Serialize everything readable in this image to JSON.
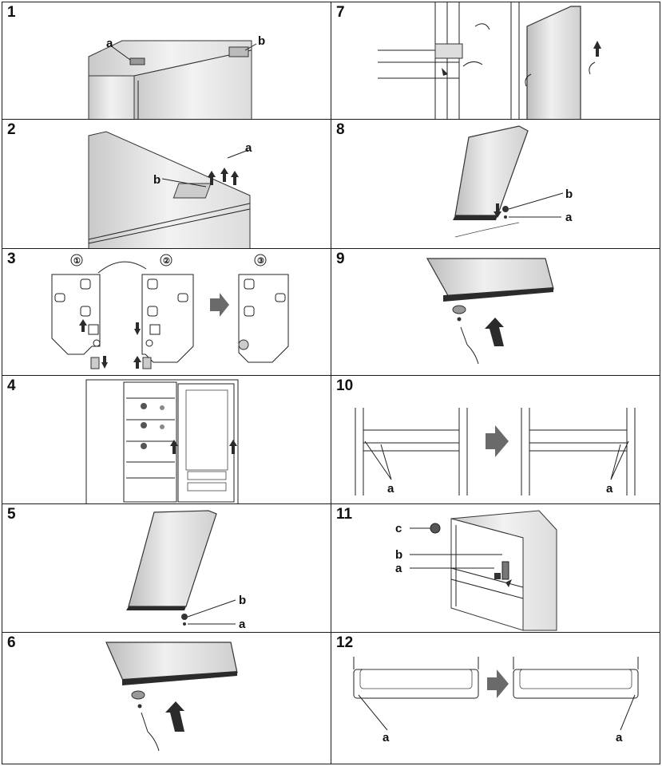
{
  "steps": [
    {
      "number": "1",
      "labels": [
        "a",
        "b"
      ]
    },
    {
      "number": "2",
      "labels": [
        "a",
        "b"
      ]
    },
    {
      "number": "3",
      "labels": [
        "①",
        "②",
        "③"
      ]
    },
    {
      "number": "4",
      "labels": []
    },
    {
      "number": "5",
      "labels": [
        "b",
        "a"
      ]
    },
    {
      "number": "6",
      "labels": []
    },
    {
      "number": "7",
      "labels": []
    },
    {
      "number": "8",
      "labels": [
        "b",
        "a"
      ]
    },
    {
      "number": "9",
      "labels": []
    },
    {
      "number": "10",
      "labels": [
        "a",
        "a"
      ]
    },
    {
      "number": "11",
      "labels": [
        "c",
        "b",
        "a"
      ]
    },
    {
      "number": "12",
      "labels": [
        "a",
        "a"
      ]
    }
  ],
  "colors": {
    "line": "#222222",
    "arrow": "#6a6a6a",
    "panel_border": "#1a1a1a"
  }
}
